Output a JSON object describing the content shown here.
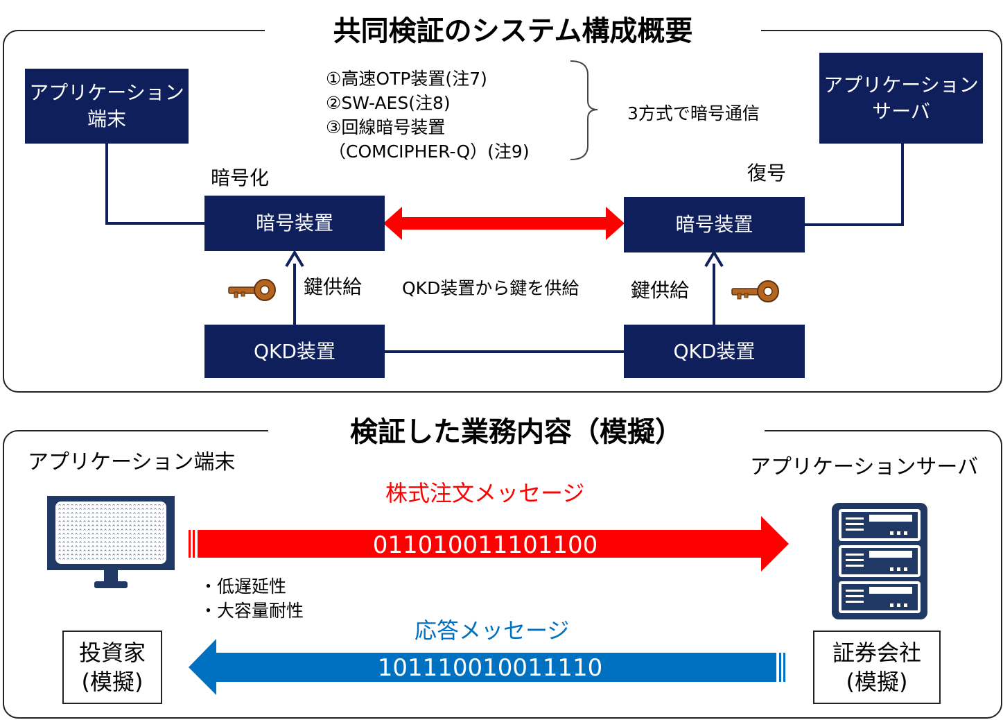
{
  "top_section": {
    "title": "共同検証のシステム構成概要",
    "app_terminal": "アプリケーション\n端末",
    "app_server": "アプリケーション\nサーバ",
    "methods": [
      "①高速OTP装置(注7)",
      "②SW-AES(注8)",
      "③回線暗号装置",
      "（COMCIPHER-Q）(注9)"
    ],
    "methods_note": "3方式で暗号通信",
    "encrypt_label": "暗号化",
    "decrypt_label": "復号",
    "crypto_left": "暗号装置",
    "crypto_right": "暗号装置",
    "key_supply_left": "鍵供給",
    "key_supply_right": "鍵供給",
    "qkd_supply_note": "QKD装置から鍵を供給",
    "qkd_left": "QKD装置",
    "qkd_right": "QKD装置"
  },
  "bottom_section": {
    "title": "検証した業務内容（模擬）",
    "terminal_label": "アプリケーション端末",
    "server_label": "アプリケーションサーバ",
    "order_message": "株式注文メッセージ",
    "order_bits": "011010011101100",
    "response_message": "応答メッセージ",
    "response_bits": "101110010011110",
    "features": [
      "・低遅延性",
      "・大容量耐性"
    ],
    "investor": "投資家\n(模擬)",
    "securities": "証券会社\n(模擬)"
  },
  "colors": {
    "navy": "#0f1f5c",
    "red": "#ff0000",
    "blue": "#0070c0",
    "key_brown": "#b5651d",
    "device_navy": "#1f3864"
  },
  "icons": [
    "key-icon",
    "monitor-icon",
    "server-rack-icon"
  ]
}
